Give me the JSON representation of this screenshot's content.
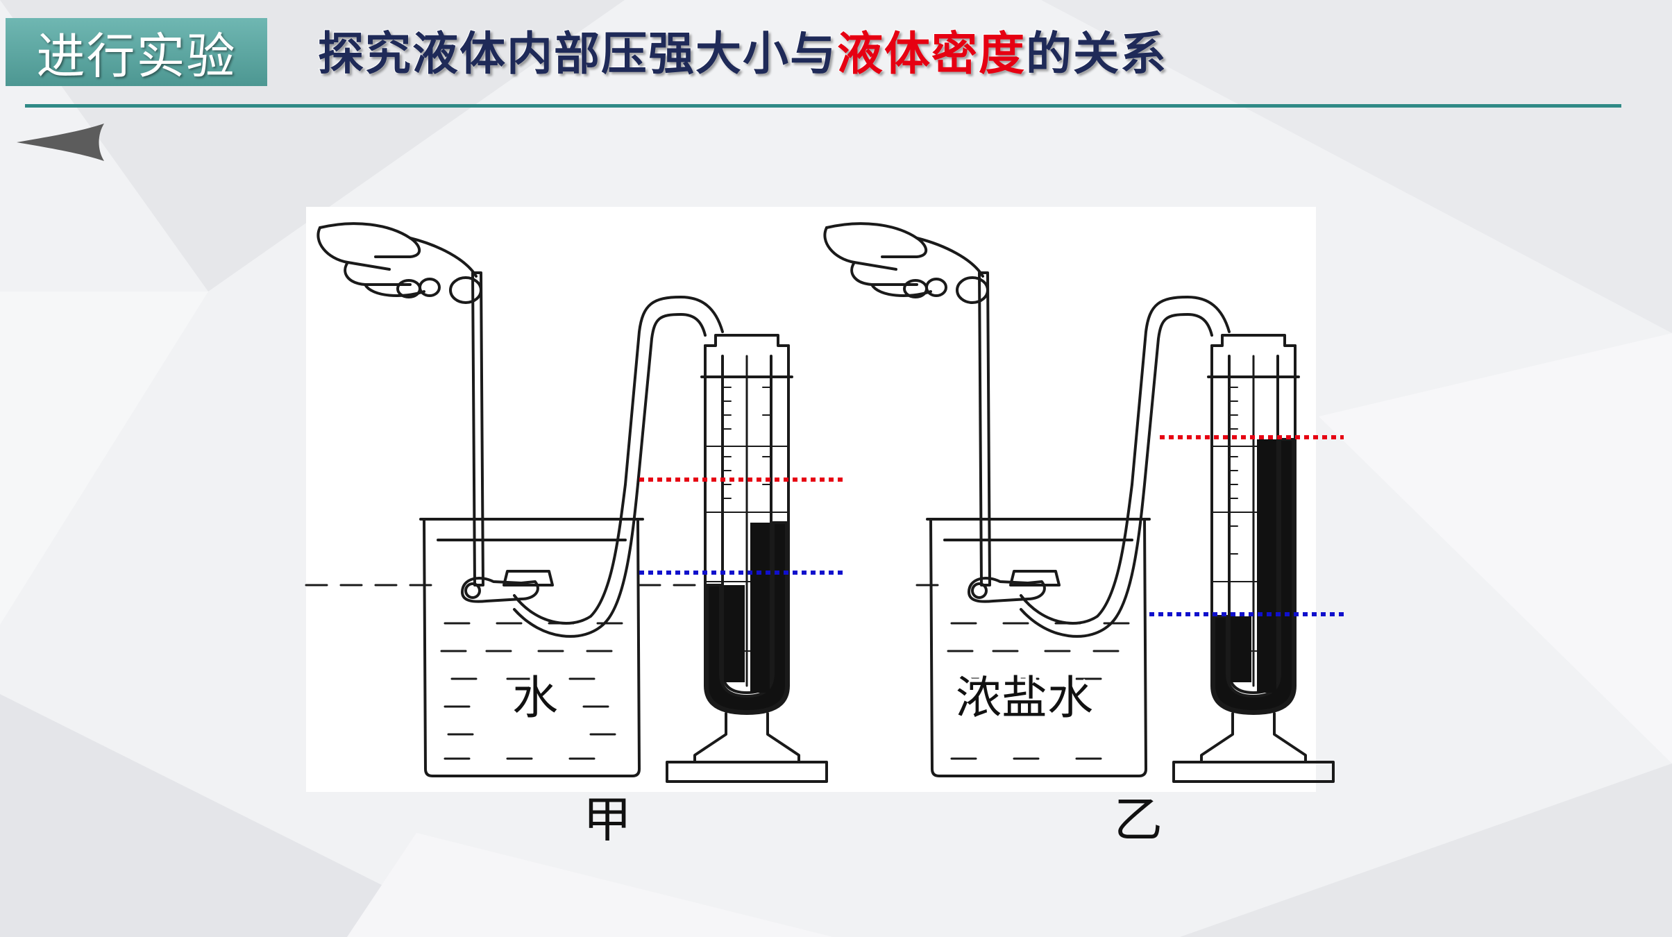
{
  "header": {
    "tag_label": "进行实验",
    "title_part1": "探究液体内部压强大小与",
    "title_highlight": "液体密度",
    "title_part2": "的关系"
  },
  "figure": {
    "left_liquid_label": "水",
    "right_liquid_label": "浓盐水",
    "left_caption": "甲",
    "right_caption": "乙"
  },
  "colors": {
    "accent_teal": "#4d9792",
    "title_dark": "#1f2a58",
    "title_highlight": "#e60012",
    "upper_level_line": "#e60012",
    "lower_level_line": "#1010cc"
  },
  "icons": {
    "nav_arrow": "left-pointer-icon"
  }
}
